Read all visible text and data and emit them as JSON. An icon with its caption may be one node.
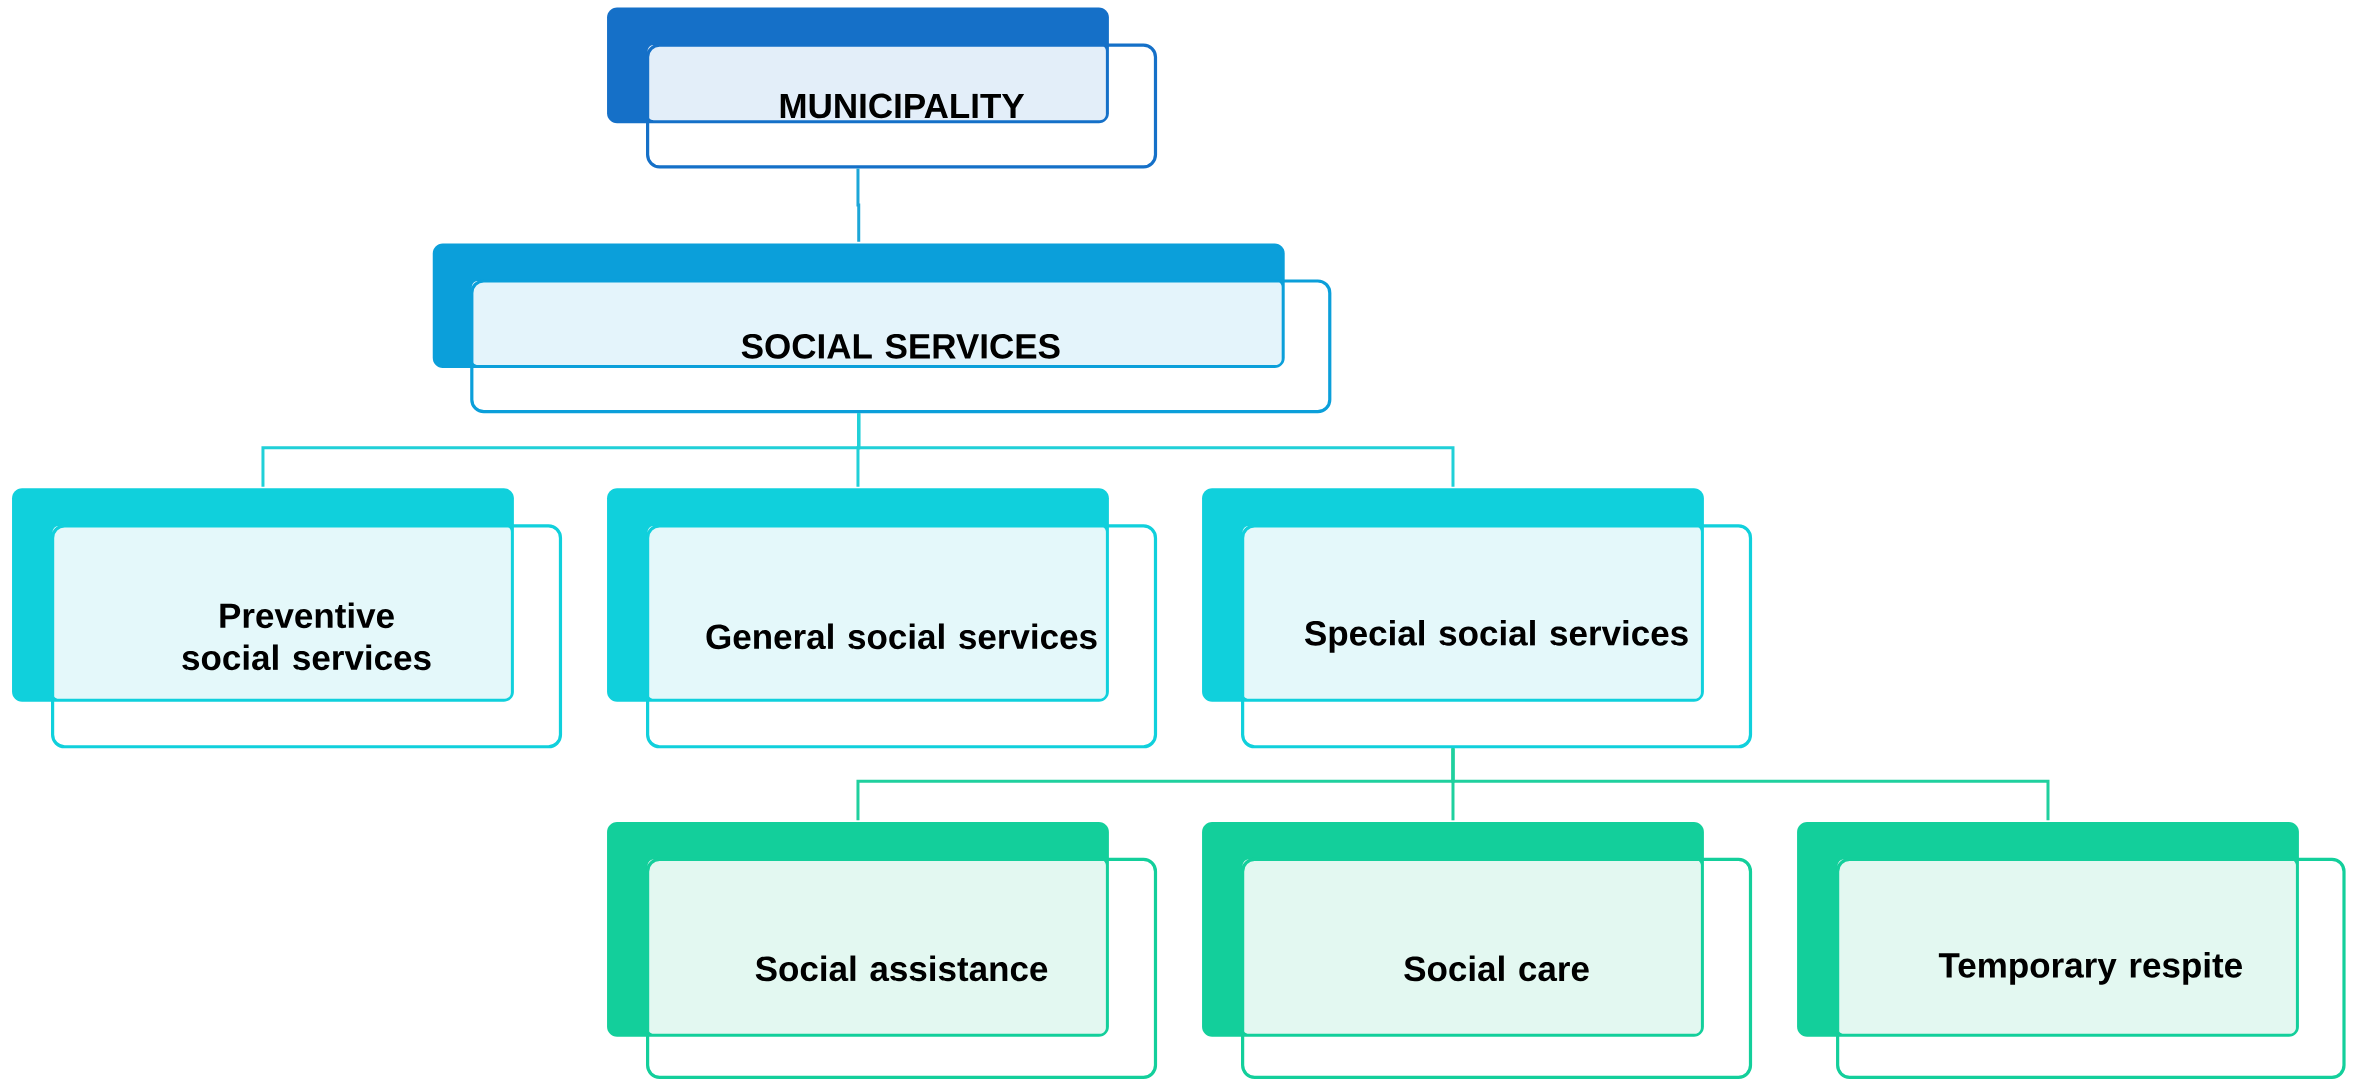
{
  "diagram": {
    "nodes": [
      {
        "text": [
          "MUNICIPALITY"
        ]
      },
      {
        "text": [
          "SOCIAL SERVICES"
        ]
      },
      {
        "text": [
          "Preventive social services"
        ]
      },
      {
        "text": [
          "General social services"
        ]
      },
      {
        "text": [
          "Special social services"
        ]
      },
      {
        "text": [
          "Social assistance"
        ]
      },
      {
        "text": [
          "Social care"
        ]
      },
      {
        "text": [
          "Temporary respite"
        ]
      }
    ],
    "edges": [
      {
        "from": 0,
        "to": 1,
        "arrow": "none",
        "color": "#1ca6d8"
      },
      {
        "from": 1,
        "to": 2,
        "arrow": "none"
      },
      {
        "from": 1,
        "to": 3,
        "arrow": "none"
      },
      {
        "from": 1,
        "to": 4,
        "arrow": "none"
      },
      {
        "from": 4,
        "to": 5,
        "arrow": "none",
        "color": "#1fd09e"
      },
      {
        "from": 4,
        "to": 6,
        "arrow": "none",
        "color": "#1fd09e"
      },
      {
        "from": 4,
        "to": 7,
        "arrow": "none",
        "color": "#1fd09e"
      }
    ]
  }
}
